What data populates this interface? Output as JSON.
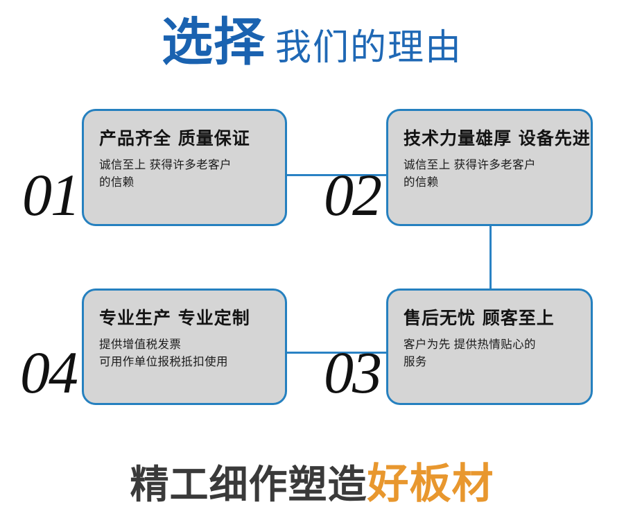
{
  "header": {
    "strong_text": "选择",
    "light_text": "我们的理由",
    "strong_color": "#1a62b0",
    "light_color": "#1f68b5"
  },
  "theme": {
    "card_background": "#d5d5d5",
    "card_border": "#2580bf",
    "connector_color": "#2a82c4",
    "number_color": "#111111",
    "accent_orange": "#e8972e",
    "page_background": "#ffffff"
  },
  "cards": [
    {
      "number": "01",
      "title": "产品齐全 质量保证",
      "body_lines": [
        "诚信至上 获得许多老客户",
        "的信赖"
      ]
    },
    {
      "number": "02",
      "title": "技术力量雄厚 设备先进",
      "body_lines": [
        "诚信至上 获得许多老客户",
        "的信赖"
      ]
    },
    {
      "number": "03",
      "title": "售后无忧 顾客至上",
      "body_lines": [
        "客户为先 提供热情贴心的",
        "服务"
      ]
    },
    {
      "number": "04",
      "title": "专业生产 专业定制",
      "body_lines": [
        "提供增值税发票",
        "可用作单位报税抵扣使用"
      ]
    }
  ],
  "footer": {
    "dark_text": "精工细作塑造",
    "accent_text": "好板材"
  }
}
